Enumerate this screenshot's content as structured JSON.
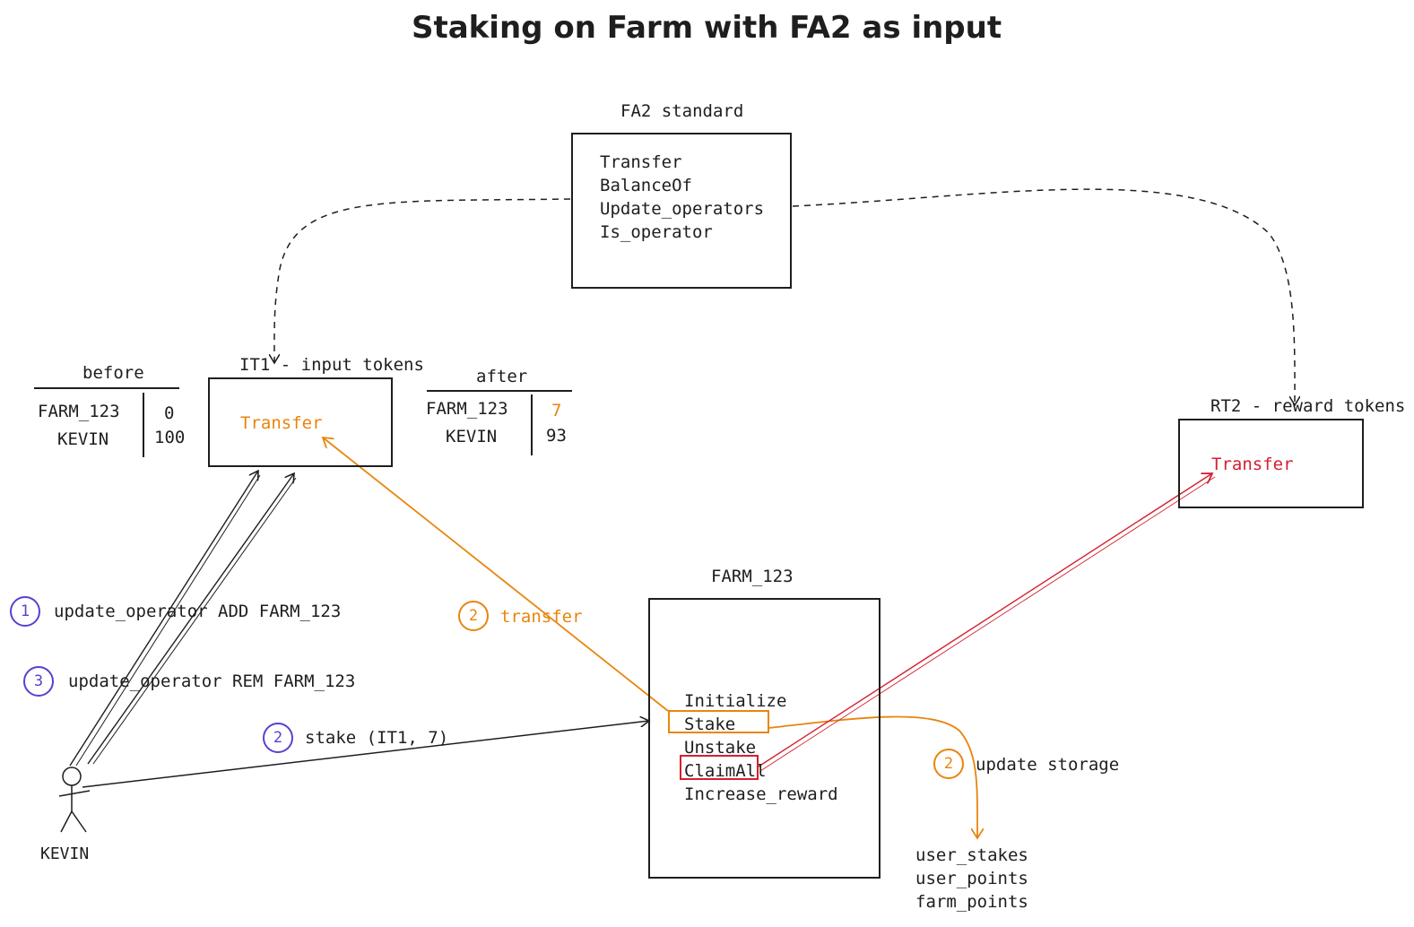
{
  "title": "Staking on Farm with FA2 as input",
  "fa2": {
    "label": "FA2 standard",
    "entrypoints": [
      "Transfer",
      "BalanceOf",
      "Update_operators",
      "Is_operator"
    ]
  },
  "it1": {
    "label": "IT1 - input tokens",
    "entrypoint": "Transfer"
  },
  "rt2": {
    "label": "RT2 - reward tokens",
    "entrypoint": "Transfer"
  },
  "farm": {
    "label": "FARM_123",
    "entrypoints": [
      "Initialize",
      "Stake",
      "Unstake",
      "ClaimAll",
      "Increase_reward"
    ]
  },
  "before": {
    "label": "before",
    "rows": [
      {
        "name": "FARM_123",
        "value": "0"
      },
      {
        "name": "KEVIN",
        "value": "100"
      }
    ]
  },
  "after": {
    "label": "after",
    "rows": [
      {
        "name": "FARM_123",
        "value": "7"
      },
      {
        "name": "KEVIN",
        "value": "93"
      }
    ]
  },
  "steps": {
    "s1": {
      "num": "1",
      "text": "update_operator ADD FARM_123"
    },
    "s3": {
      "num": "3",
      "text": "update_operator REM FARM_123"
    },
    "s2_stake": {
      "num": "2",
      "text": "stake (IT1, 7)"
    },
    "s2_transfer": {
      "num": "2",
      "text": "transfer"
    },
    "s2_update": {
      "num": "2",
      "text": "update storage"
    }
  },
  "actor": {
    "name": "KEVIN"
  },
  "storage": [
    "user_stakes",
    "user_points",
    "farm_points"
  ],
  "colors": {
    "ink": "#1e1e1e",
    "blue": "#5b3fd1",
    "orange": "#e8850c",
    "red": "#d32030"
  }
}
